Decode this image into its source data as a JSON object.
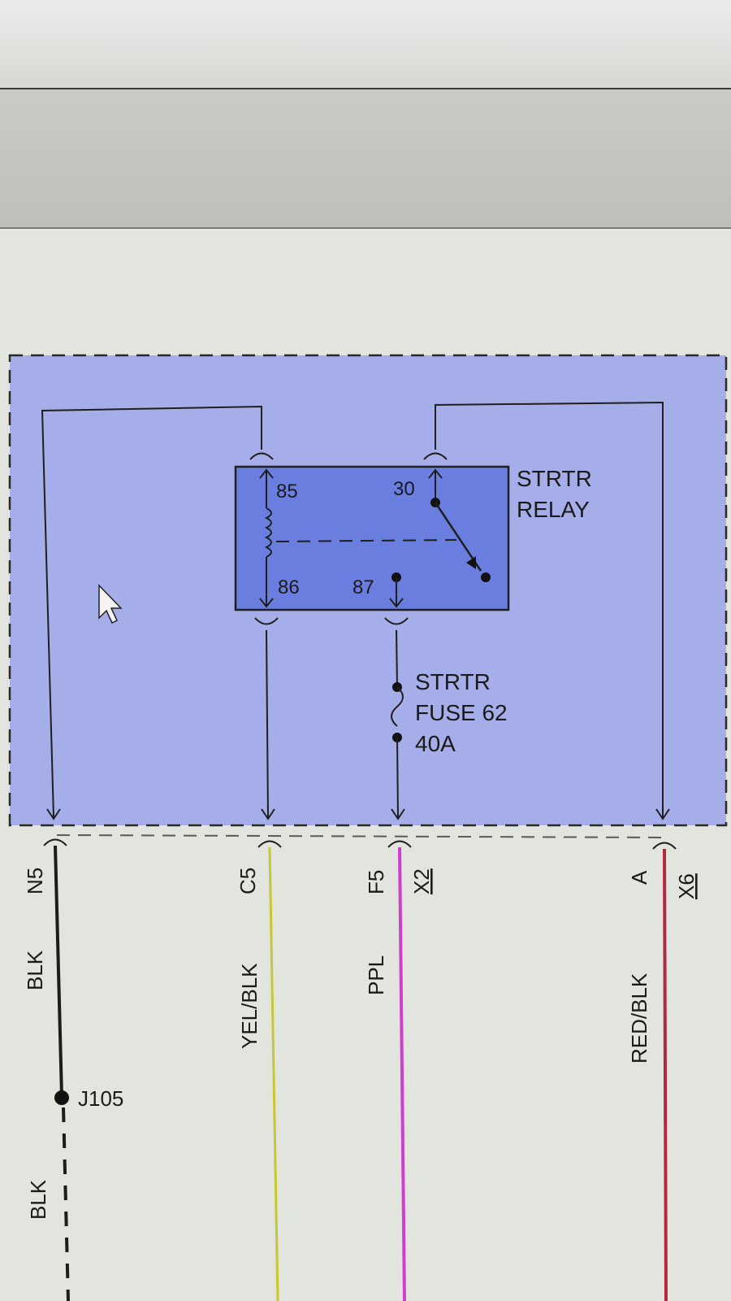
{
  "relay": {
    "title_line1": "STRTR",
    "title_line2": "RELAY",
    "pins": {
      "p85": "85",
      "p86": "86",
      "p30": "30",
      "p87": "87"
    }
  },
  "fuse": {
    "line1": "STRTR",
    "line2": "FUSE 62",
    "line3": "40A"
  },
  "wires": [
    {
      "pin": "N5",
      "color_label": "BLK",
      "color": "#1c1c1c"
    },
    {
      "pin": "C5",
      "color_label": "YEL/BLK",
      "color": "#c8c832"
    },
    {
      "pin": "F5",
      "color_label": "PPL",
      "color": "#d23cd2"
    },
    {
      "pin": "A",
      "color_label": "RED/BLK",
      "color": "#b4283c"
    }
  ],
  "connectors": {
    "x2": "X2",
    "x6": "X6"
  },
  "splice": {
    "label": "J105",
    "continuation_color_label": "BLK"
  },
  "colors": {
    "module_fill": "#a5aee8",
    "relay_fill": "#6a7ee0",
    "screen_bg": "#e2e5dd"
  }
}
